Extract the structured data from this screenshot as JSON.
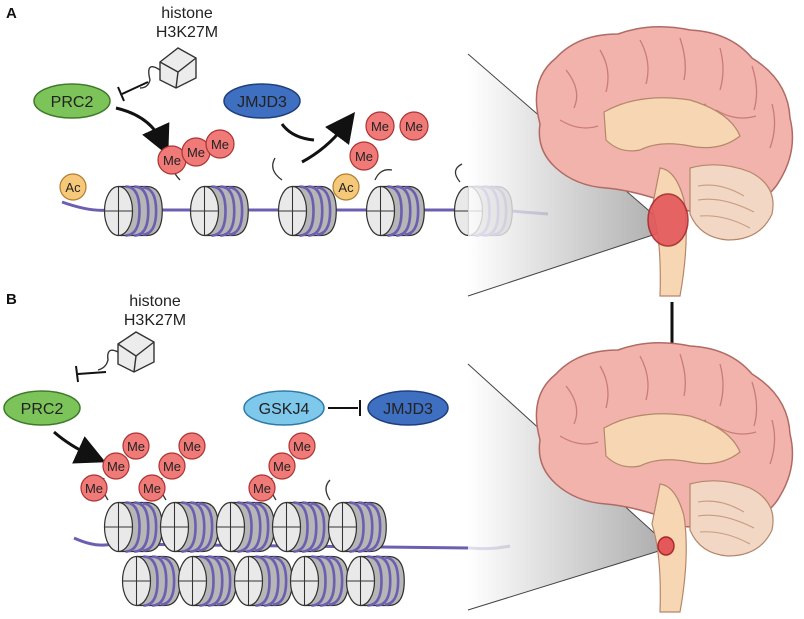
{
  "panels": {
    "a": {
      "letter": "A",
      "histone_label_1": "histone",
      "histone_label_2": "H3K27M",
      "prc2": "PRC2",
      "jmjd3": "JMJD3",
      "me": "Me",
      "ac": "Ac"
    },
    "b": {
      "letter": "B",
      "histone_label_1": "histone",
      "histone_label_2": "H3K27M",
      "prc2": "PRC2",
      "gskj4": "GSKJ4",
      "jmjd3": "JMJD3",
      "me": "Me"
    }
  },
  "colors": {
    "prc2": "#7cc35a",
    "jmjd3": "#3f6fc0",
    "gskj4": "#7ec8ec",
    "me": "#f07a78",
    "ac": "#f6c97a",
    "dna": "#6d5fb0",
    "tumor": "#e4575a",
    "brain": "#f2b3ad"
  }
}
